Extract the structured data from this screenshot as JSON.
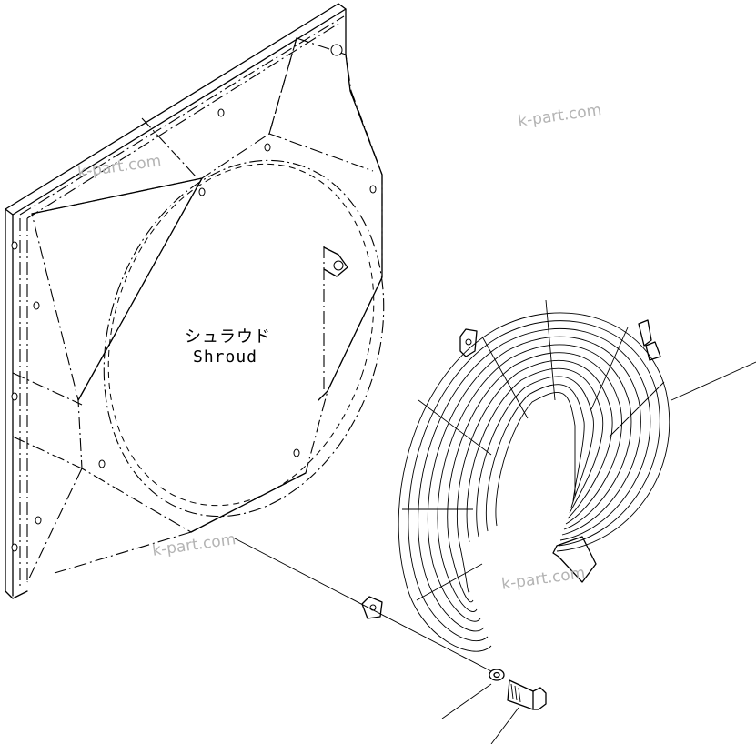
{
  "shroud": {
    "label_jp": "シュラウド",
    "label_en": "Shroud"
  },
  "watermarks": [
    "k-part.com",
    "k-part.com",
    "k-part.com",
    "k-part.com"
  ],
  "colors": {
    "line": "#000000",
    "background": "#ffffff",
    "watermark": "#b4b4b4"
  }
}
